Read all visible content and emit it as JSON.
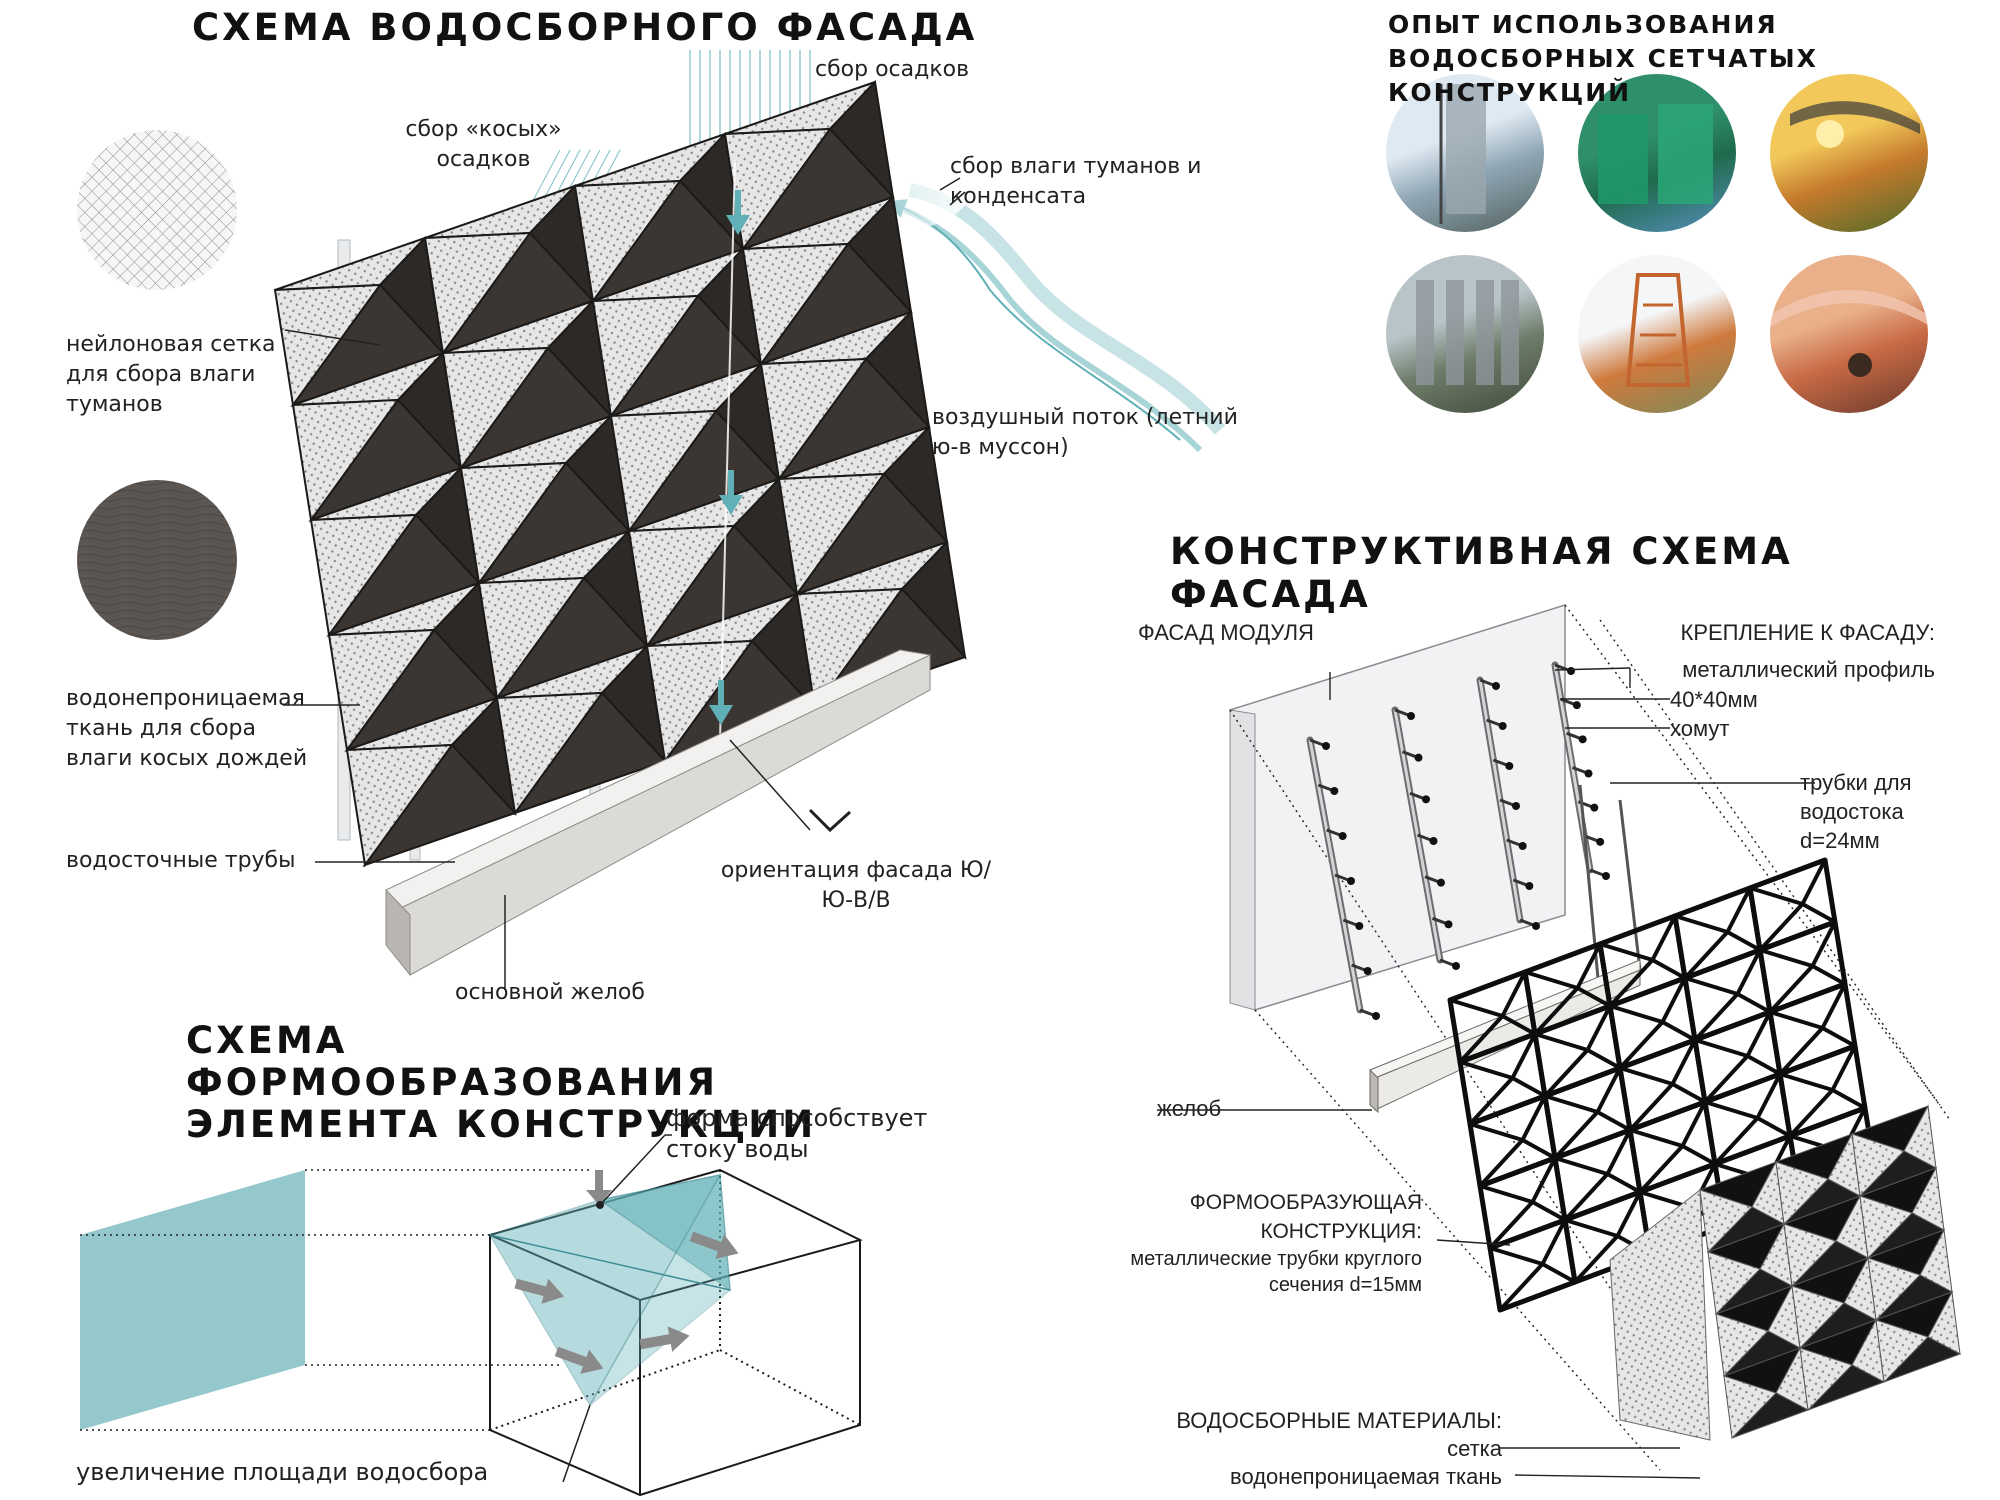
{
  "titles": {
    "facade_scheme": "СХЕМА ВОДОСБОРНОГО ФАСАДА",
    "experience": "ОПЫТ ИСПОЛЬЗОВАНИЯ ВОДОСБОРНЫХ СЕТЧАТЫХ КОНСТРУКЦИЙ",
    "constructive_scheme": "КОНСТРУКТИВНАЯ СХЕМА ФАСАДА",
    "form_scheme": "СХЕМА ФОРМООБРАЗОВАНИЯ ЭЛЕМЕНТА КОНСТРУКЦИИ"
  },
  "facade_labels": {
    "precipitation": "сбор осадков",
    "oblique": "сбор «косых» осадков",
    "fog": "сбор влаги туманов и конденсата",
    "nylon": "нейлоновая сетка для сбора влаги туманов",
    "airflow": "воздушный поток (летний ю-в муссон)",
    "fabric": "водонепроницаемая ткань для сбора влаги косых дождей",
    "pipes": "водосточные трубы",
    "orientation": "ориентация фасада Ю/Ю-В/В",
    "gutter": "основной желоб"
  },
  "form_labels": {
    "shape": "форма способствует стоку воды",
    "area": "увеличение площади водосбора"
  },
  "construct_labels": {
    "module": "ФАСАД МОДУЛЯ",
    "mount_title": "КРЕПЛЕНИЕ К ФАСАДУ:",
    "profile": "металлический профиль",
    "profile_size": "40*40мм",
    "clamp": "хомут",
    "drain_pipes": "трубки для водостока d=24мм",
    "gutter": "желоб",
    "frame_title": "ФОРМООБРАЗУЮЩАЯ КОНСТРУКЦИЯ:",
    "frame_desc": "металлические трубки круглого сечения d=15мм",
    "materials_title": "ВОДОСБОРНЫЕ МАТЕРИАЛЫ:",
    "mesh": "сетка",
    "fabric": "водонепроницаемая ткань"
  },
  "photos": [
    {
      "name": "photo-mesh-tower",
      "colors": [
        "#dfe9f2",
        "#8fa6b5",
        "#4f5e5a"
      ]
    },
    {
      "name": "photo-green-nets",
      "colors": [
        "#2f8f6b",
        "#1f6b4d",
        "#5a8fbf"
      ]
    },
    {
      "name": "photo-savanna-sunset",
      "colors": [
        "#f2c85a",
        "#c57a2c",
        "#4a6a2a"
      ]
    },
    {
      "name": "photo-hill-nets",
      "colors": [
        "#b9c4c9",
        "#6f7d6b",
        "#3f4a3a"
      ]
    },
    {
      "name": "photo-warka-tower",
      "colors": [
        "#f4f6f8",
        "#cf7a3d",
        "#7a8a5a"
      ]
    },
    {
      "name": "photo-village-canopy",
      "colors": [
        "#e9b08a",
        "#c86a46",
        "#6a3a2a"
      ]
    }
  ],
  "colors": {
    "accent": "#5fb0b7",
    "panel_dark": "#2d2926",
    "mesh_light": "#e8e8e8",
    "fabric_sample": "#5c5652"
  }
}
